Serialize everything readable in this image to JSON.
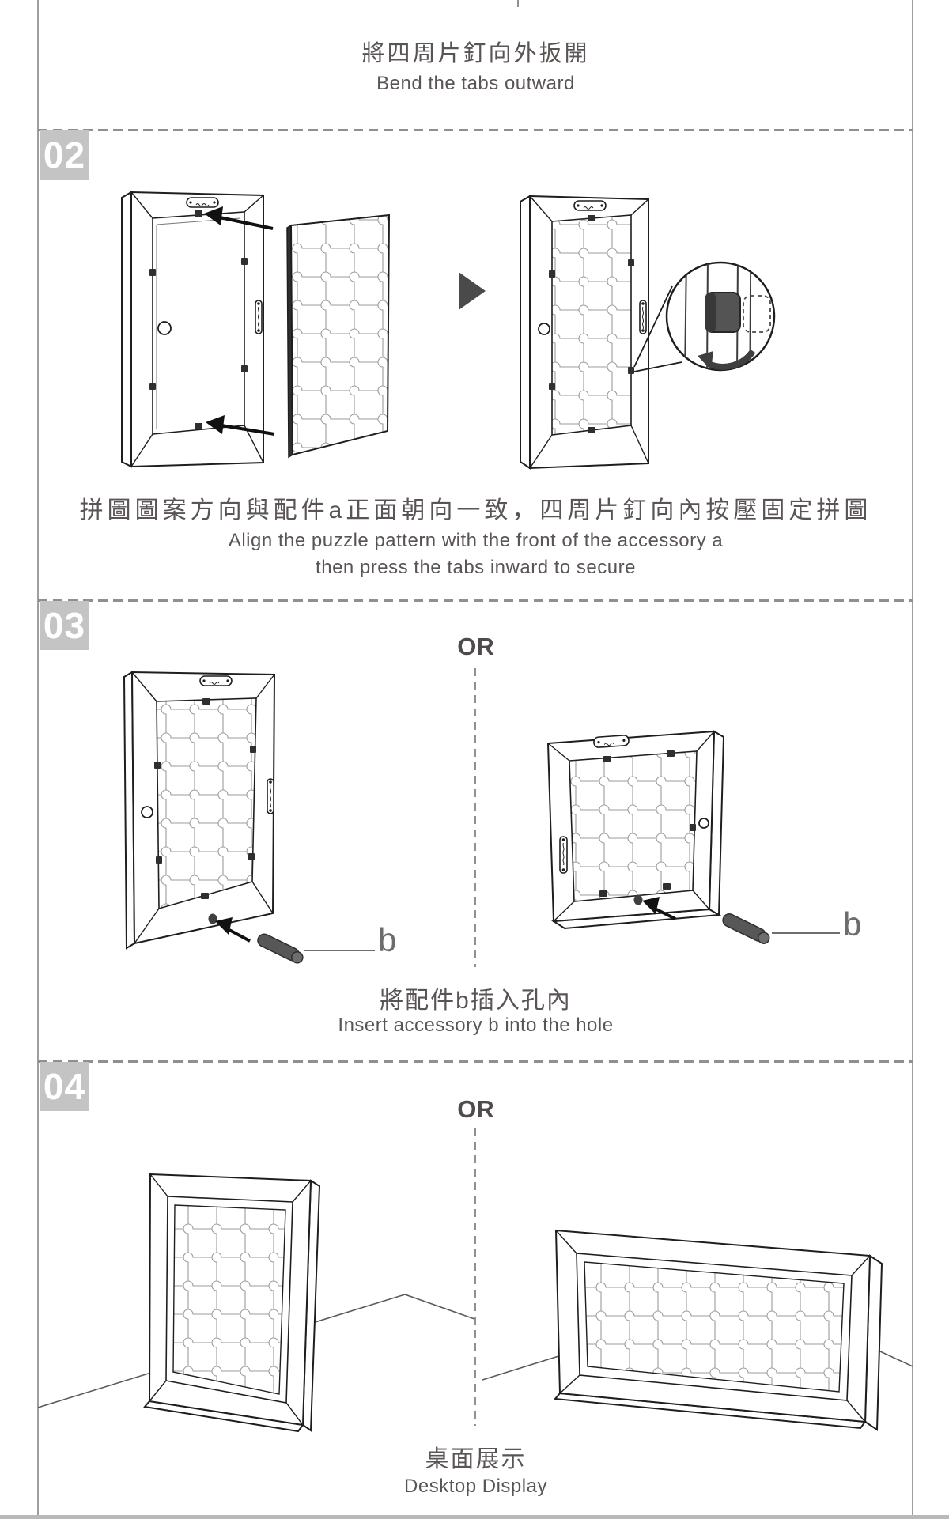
{
  "page": {
    "bg": "#ffffff",
    "border_color": "#9e9e9e",
    "line_color": "#1e1e1e",
    "accent_dark": "#4a4a4a",
    "text_color": "#5a5454",
    "badge_bg": "#c4c4c4",
    "badge_fg": "#ffffff"
  },
  "intro": {
    "title_zh": "將四周片釘向外扳開",
    "title_en": "Bend the tabs outward"
  },
  "steps": [
    {
      "number": "02",
      "caption_zh": "拼圖圖案方向與配件a正面朝向一致，四周片釘向內按壓固定拼圖",
      "caption_en_line1": "Align the puzzle pattern with the front of the accessory a",
      "caption_en_line2": "then press the tabs inward to secure"
    },
    {
      "number": "03",
      "or_label": "OR",
      "accessory_label": "b",
      "caption_zh": "將配件b插入孔內",
      "caption_en": "Insert accessory b into the hole"
    },
    {
      "number": "04",
      "or_label": "OR",
      "caption_zh": "桌面展示",
      "caption_en": "Desktop Display"
    }
  ]
}
